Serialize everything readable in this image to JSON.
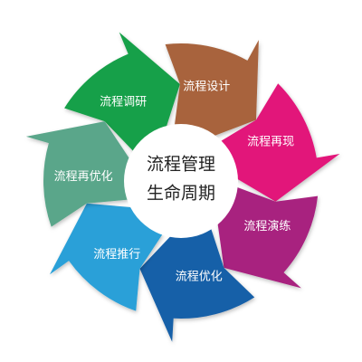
{
  "center": {
    "line1": "流程管理",
    "line2": "生命周期"
  },
  "segments": [
    {
      "label": "流程调研",
      "color": "#18a048"
    },
    {
      "label": "流程设计",
      "color": "#a8633c"
    },
    {
      "label": "流程再现",
      "color": "#e2147a"
    },
    {
      "label": "流程演练",
      "color": "#a8207f"
    },
    {
      "label": "流程优化",
      "color": "#1860a8"
    },
    {
      "label": "流程推行",
      "color": "#2aa0d8"
    },
    {
      "label": "流程再优化",
      "color": "#5aa68a"
    }
  ]
}
